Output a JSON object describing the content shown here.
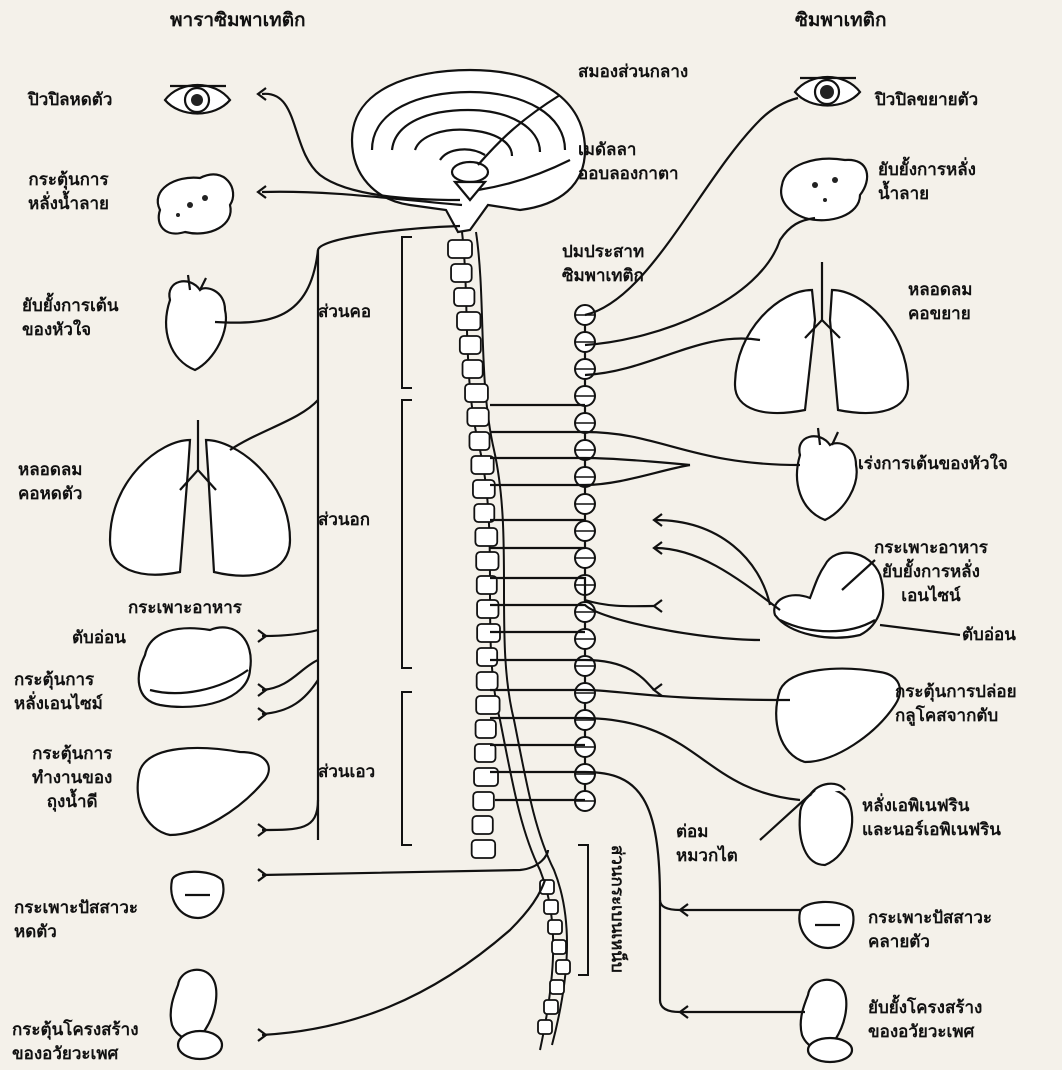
{
  "headings": {
    "parasympathetic": "พาราซิมพาเทติก",
    "sympathetic": "ซิมพาเทติก"
  },
  "brain_labels": {
    "midbrain": "สมองส่วนกลาง",
    "medulla_line1": "เมดัลลา",
    "medulla_line2": "ออบลองกาตา",
    "ganglion_line1": "ปมประสาท",
    "ganglion_line2": "ซิมพาเทติก"
  },
  "spinal_regions": {
    "cervical": "ส่วนคอ",
    "thoracic": "ส่วนอก",
    "lumbar": "ส่วนเอว",
    "sacral": "ส่วนกระเบนเหน็บ"
  },
  "parasympathetic_effects": [
    {
      "id": "eye",
      "lines": [
        "ปิวปิลหดตัว"
      ]
    },
    {
      "id": "salivary",
      "lines": [
        "กระตุ้นการ",
        "หลั่งน้ำลาย"
      ]
    },
    {
      "id": "heart",
      "lines": [
        "ยับยั้งการเต้น",
        "ของหัวใจ"
      ]
    },
    {
      "id": "lungs",
      "lines": [
        "หลอดลม",
        "คอหดตัว"
      ]
    },
    {
      "id": "stomach",
      "lines": [
        "กระเพาะอาหาร"
      ]
    },
    {
      "id": "pancreas",
      "lines": [
        "ตับอ่อน"
      ]
    },
    {
      "id": "enzyme",
      "lines": [
        "กระตุ้นการ",
        "หลั่งเอนไซม์"
      ]
    },
    {
      "id": "gallbladder",
      "lines": [
        "กระตุ้นการ",
        "ทำงานของ",
        "ถุงน้ำดี"
      ]
    },
    {
      "id": "bladder",
      "lines": [
        "กระเพาะปัสสาวะ",
        "หดตัว"
      ]
    },
    {
      "id": "genital",
      "lines": [
        "กระตุ้นโครงสร้าง",
        "ของอวัยวะเพศ"
      ]
    }
  ],
  "sympathetic_effects": [
    {
      "id": "eye",
      "lines": [
        "ปิวปิลขยายตัว"
      ]
    },
    {
      "id": "salivary",
      "lines": [
        "ยับยั้งการหลั่ง",
        "น้ำลาย"
      ]
    },
    {
      "id": "lungs",
      "lines": [
        "หลอดลม",
        "คอขยาย"
      ]
    },
    {
      "id": "heart",
      "lines": [
        "เร่งการเต้นของหัวใจ"
      ]
    },
    {
      "id": "stomach",
      "lines": [
        "กระเพาะอาหาร",
        "ยับยั้งการหลั่ง",
        "เอนไซน์"
      ]
    },
    {
      "id": "pancreas",
      "lines": [
        "ตับอ่อน"
      ]
    },
    {
      "id": "liver",
      "lines": [
        "กระตุ้นการปล่อย",
        "กลูโคสจากตับ"
      ]
    },
    {
      "id": "adrenal_gland",
      "lines": [
        "ต่อม",
        "หมวกไต"
      ]
    },
    {
      "id": "adrenal_effect",
      "lines": [
        "หลั่งเอพิเนฟริน",
        "และนอร์เอพิเนฟริน"
      ]
    },
    {
      "id": "bladder",
      "lines": [
        "กระเพาะปัสสาวะ",
        "คลายตัว"
      ]
    },
    {
      "id": "genital",
      "lines": [
        "ยับยั้งโครงสร้าง",
        "ของอวัยวะเพศ"
      ]
    }
  ]
}
